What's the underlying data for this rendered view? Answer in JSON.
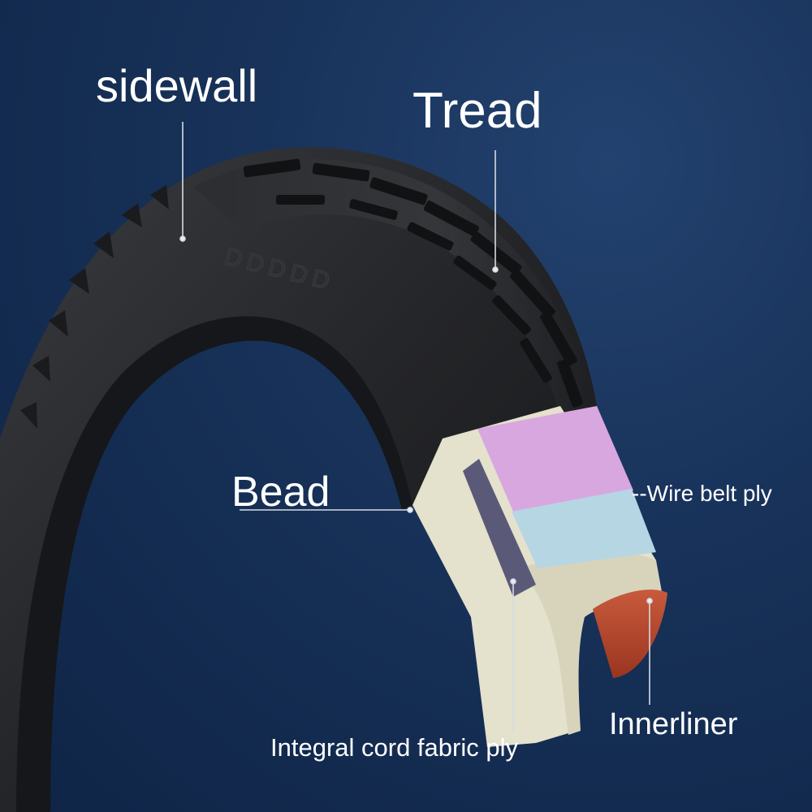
{
  "labels": {
    "sidewall": "sidewall",
    "tread": "Tread",
    "bead": "Bead",
    "wire_belt": "--Wire belt ply",
    "innerliner": "Innerliner",
    "cord_fabric": "Integral cord fabric ply"
  },
  "sidewall_marking": "DDDDD",
  "colors": {
    "background": "#173158",
    "tire_rubber": "#222326",
    "wire_belt_ply": "#d9a7df",
    "belt_layer": "#b6d6e4",
    "cord_fabric_ply": "#e4e1cc",
    "side_strip": "#5a5a78",
    "innerliner": "#b5432a",
    "label_text": "#ffffff"
  }
}
